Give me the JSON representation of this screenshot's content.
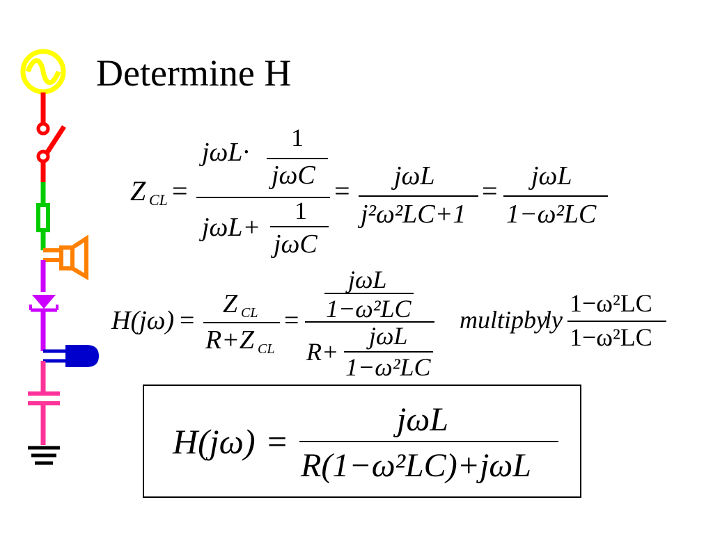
{
  "slide": {
    "title": "Determine H"
  },
  "eq_zcl": {
    "lhs_Z": "Z",
    "lhs_sub": "CL",
    "eq": "=",
    "num_a": "jωL·",
    "num_a_small_num": "1",
    "num_a_small_den": "jωC",
    "den_a": "jωL+",
    "den_a_small_num": "1",
    "den_a_small_den": "jωC",
    "num_b": "jωL",
    "den_b": "j²ω²LC+1",
    "num_c": "jωL",
    "den_c": "1−ω²LC"
  },
  "eq_h": {
    "lhs": "H(jω)",
    "eq": "=",
    "num_a_Z": "Z",
    "num_a_sub": "CL",
    "den_a_R": "R+Z",
    "den_a_sub": "CL",
    "num_b_top": "jωL",
    "num_b_bot": "1−ω²LC",
    "den_b_R": "R+",
    "den_b_top": "jωL",
    "den_b_bot": "1−ω²LC",
    "multiply_text": "multipby",
    "multiply_overlap": "ly",
    "mult_num": "1−ω²LC",
    "mult_den": "1−ω²LC"
  },
  "eq_final": {
    "lhs": "H(jω)",
    "eq": "=",
    "num": "jωL",
    "den": "R(1−ω²LC)+jωL"
  },
  "colors": {
    "source": "#ffff00",
    "switch": "#ff0000",
    "resistor": "#00cc00",
    "speaker": "#ff8000",
    "diode": "#cc00ff",
    "bulb": "#0000cc",
    "capacitor": "#ff3399",
    "ground": "#000000"
  }
}
